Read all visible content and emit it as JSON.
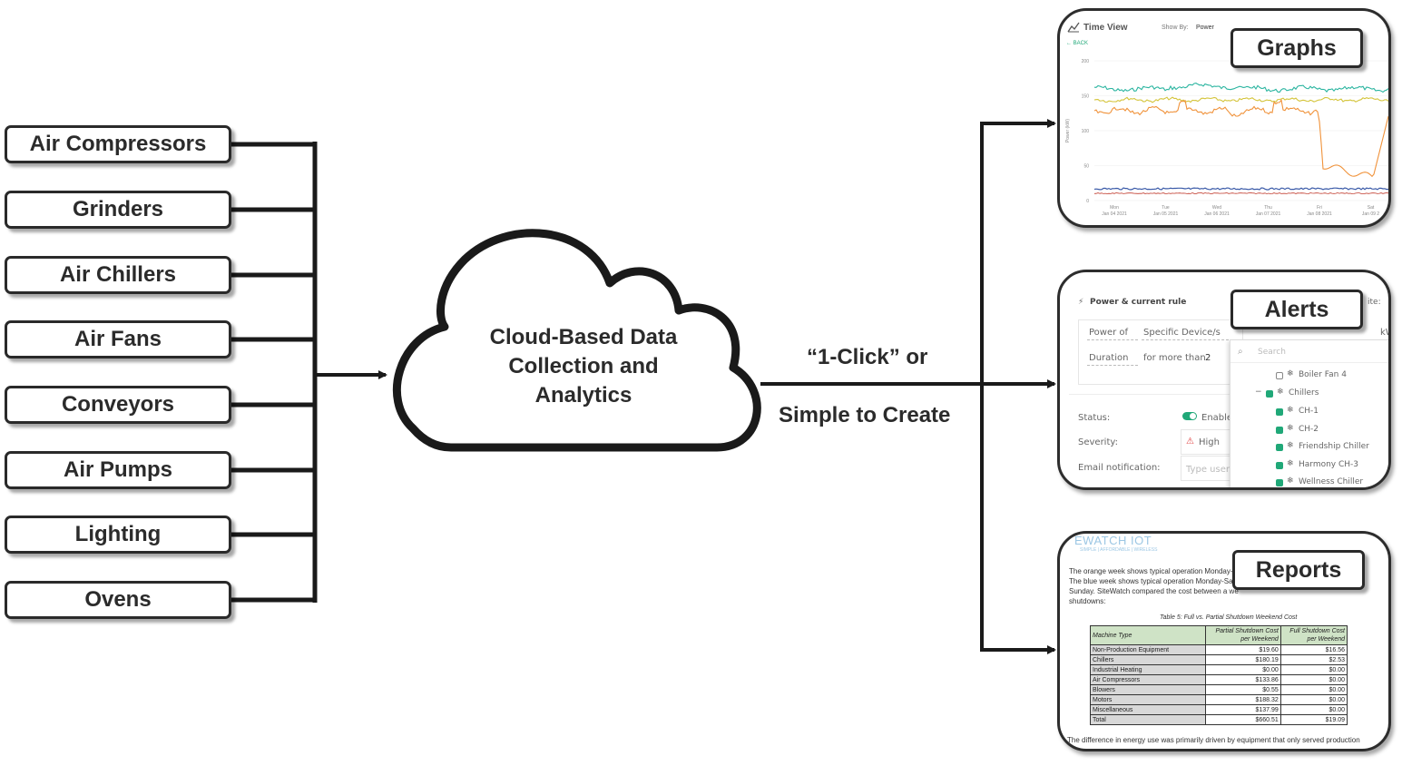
{
  "sources": [
    "Air Compressors",
    "Grinders",
    "Air Chillers",
    "Air Fans",
    "Conveyors",
    "Air Pumps",
    "Lighting",
    "Ovens"
  ],
  "cloud": {
    "line1": "Cloud-Based Data",
    "line2": "Collection and",
    "line3": "Analytics"
  },
  "middle": {
    "line1": "“1-Click” or",
    "line2": "Simple to Create"
  },
  "outputs": {
    "graphs": "Graphs",
    "alerts": "Alerts",
    "reports": "Reports"
  },
  "graph_panel": {
    "title": "Time View",
    "back": "← BACK",
    "show_by_label": "Show By:",
    "show_by_value": "Power",
    "y_label": "Power (kW)",
    "y_ticks": [
      "200",
      "150",
      "100",
      "50",
      "0"
    ],
    "x_days": [
      "Mon",
      "Tue",
      "Wed",
      "Thu",
      "Fri",
      "Sat"
    ],
    "x_dates": [
      "Jan 04 2021",
      "Jan 05 2021",
      "Jan 06 2021",
      "Jan 07 2021",
      "Jan 08 2021",
      "Jan 09 2"
    ]
  },
  "alert_panel": {
    "rule_title": "Power & current rule",
    "power_of": "Power of",
    "specific": "Specific Device/s",
    "duration": "Duration",
    "for_more_than": "for more than",
    "duration_value": "2",
    "status_label": "Status:",
    "status_value": "Enable",
    "severity_label": "Severity:",
    "severity_value": "High",
    "email_label": "Email notification:",
    "email_placeholder": "Type user",
    "search_placeholder": "Search",
    "ite": "ite:",
    "kw": "kW",
    "devices": [
      {
        "name": "Boiler Fan 4",
        "checked": false
      },
      {
        "name": "Chillers",
        "checked": true
      },
      {
        "name": "CH-1",
        "checked": true
      },
      {
        "name": "CH-2",
        "checked": true
      },
      {
        "name": "Friendship Chiller",
        "checked": true
      },
      {
        "name": "Harmony CH-3",
        "checked": true
      },
      {
        "name": "Wellness Chiller",
        "checked": true
      }
    ]
  },
  "report_panel": {
    "logo": "EWATCH IOT",
    "tagline": "SIMPLE | AFFORDABLE | WIRELESS",
    "p1": "The orange week shows typical operation Monday-Satu",
    "p2": "The blue week shows typical operation Monday-Sat",
    "p3": "Sunday. SiteWatch compared the cost between a we",
    "p4": "shutdowns:",
    "table_caption": "Table 5: Full vs. Partial Shutdown Weekend Cost",
    "col1": "Machine Type",
    "col2a": "Partial Shutdown Cost",
    "col2b": "per Weekend",
    "col3a": "Full Shutdown Cost",
    "col3b": "per Weekend",
    "rows": [
      {
        "name": "Non-Production Equipment",
        "partial": "$19.60",
        "full": "$16.56"
      },
      {
        "name": "Chillers",
        "partial": "$180.19",
        "full": "$2.53"
      },
      {
        "name": "Industrial Heating",
        "partial": "$0.00",
        "full": "$0.00"
      },
      {
        "name": "Air Compressors",
        "partial": "$133.86",
        "full": "$0.00"
      },
      {
        "name": "Blowers",
        "partial": "$0.55",
        "full": "$0.00"
      },
      {
        "name": "Motors",
        "partial": "$188.32",
        "full": "$0.00"
      },
      {
        "name": "Miscellaneous",
        "partial": "$137.99",
        "full": "$0.00"
      },
      {
        "name": "Total",
        "partial": "$660.51",
        "full": "$19.09"
      }
    ],
    "footer": "The difference in energy use was primarily driven by equipment that only served production"
  },
  "colors": {
    "line": "#1a1a1a",
    "teal": "#2bb5a0",
    "gold": "#d4c43a",
    "orange": "#f0923a",
    "blue": "#3a5aa8",
    "green_check": "#20a878"
  }
}
